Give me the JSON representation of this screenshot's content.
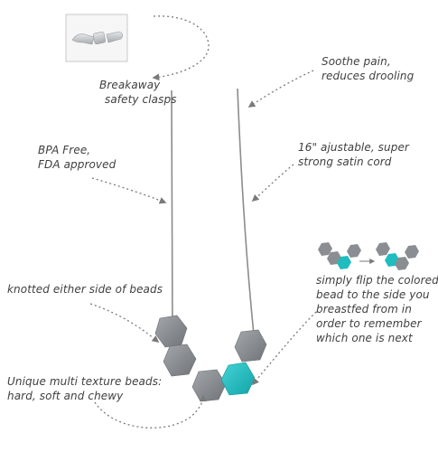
{
  "annotations": {
    "clasp": {
      "lines": [
        "Breakaway",
        "safety clasps"
      ]
    },
    "soothe": {
      "lines": [
        "Soothe pain,",
        "reduces drooling"
      ]
    },
    "bpa": {
      "lines": [
        "BPA Free,",
        "FDA approved"
      ]
    },
    "cord": {
      "lines": [
        "16\" ajustable, super",
        "strong satin cord"
      ]
    },
    "knotted": {
      "lines": [
        "knotted either side of beads"
      ]
    },
    "flip": {
      "lines": [
        "simply flip the colored",
        "bead to the side you",
        "breastfed from in",
        "order to remember",
        "which one is next"
      ]
    },
    "texture": {
      "lines": [
        "Unique multi texture beads:",
        "hard, soft and chewy"
      ]
    }
  },
  "colors": {
    "bead_gray": "#7e8286",
    "bead_gray_light": "#9a9ea2",
    "bead_teal": "#1fbcc0",
    "cord": "#8c8c8c",
    "arrow": "#7a7a7a"
  }
}
